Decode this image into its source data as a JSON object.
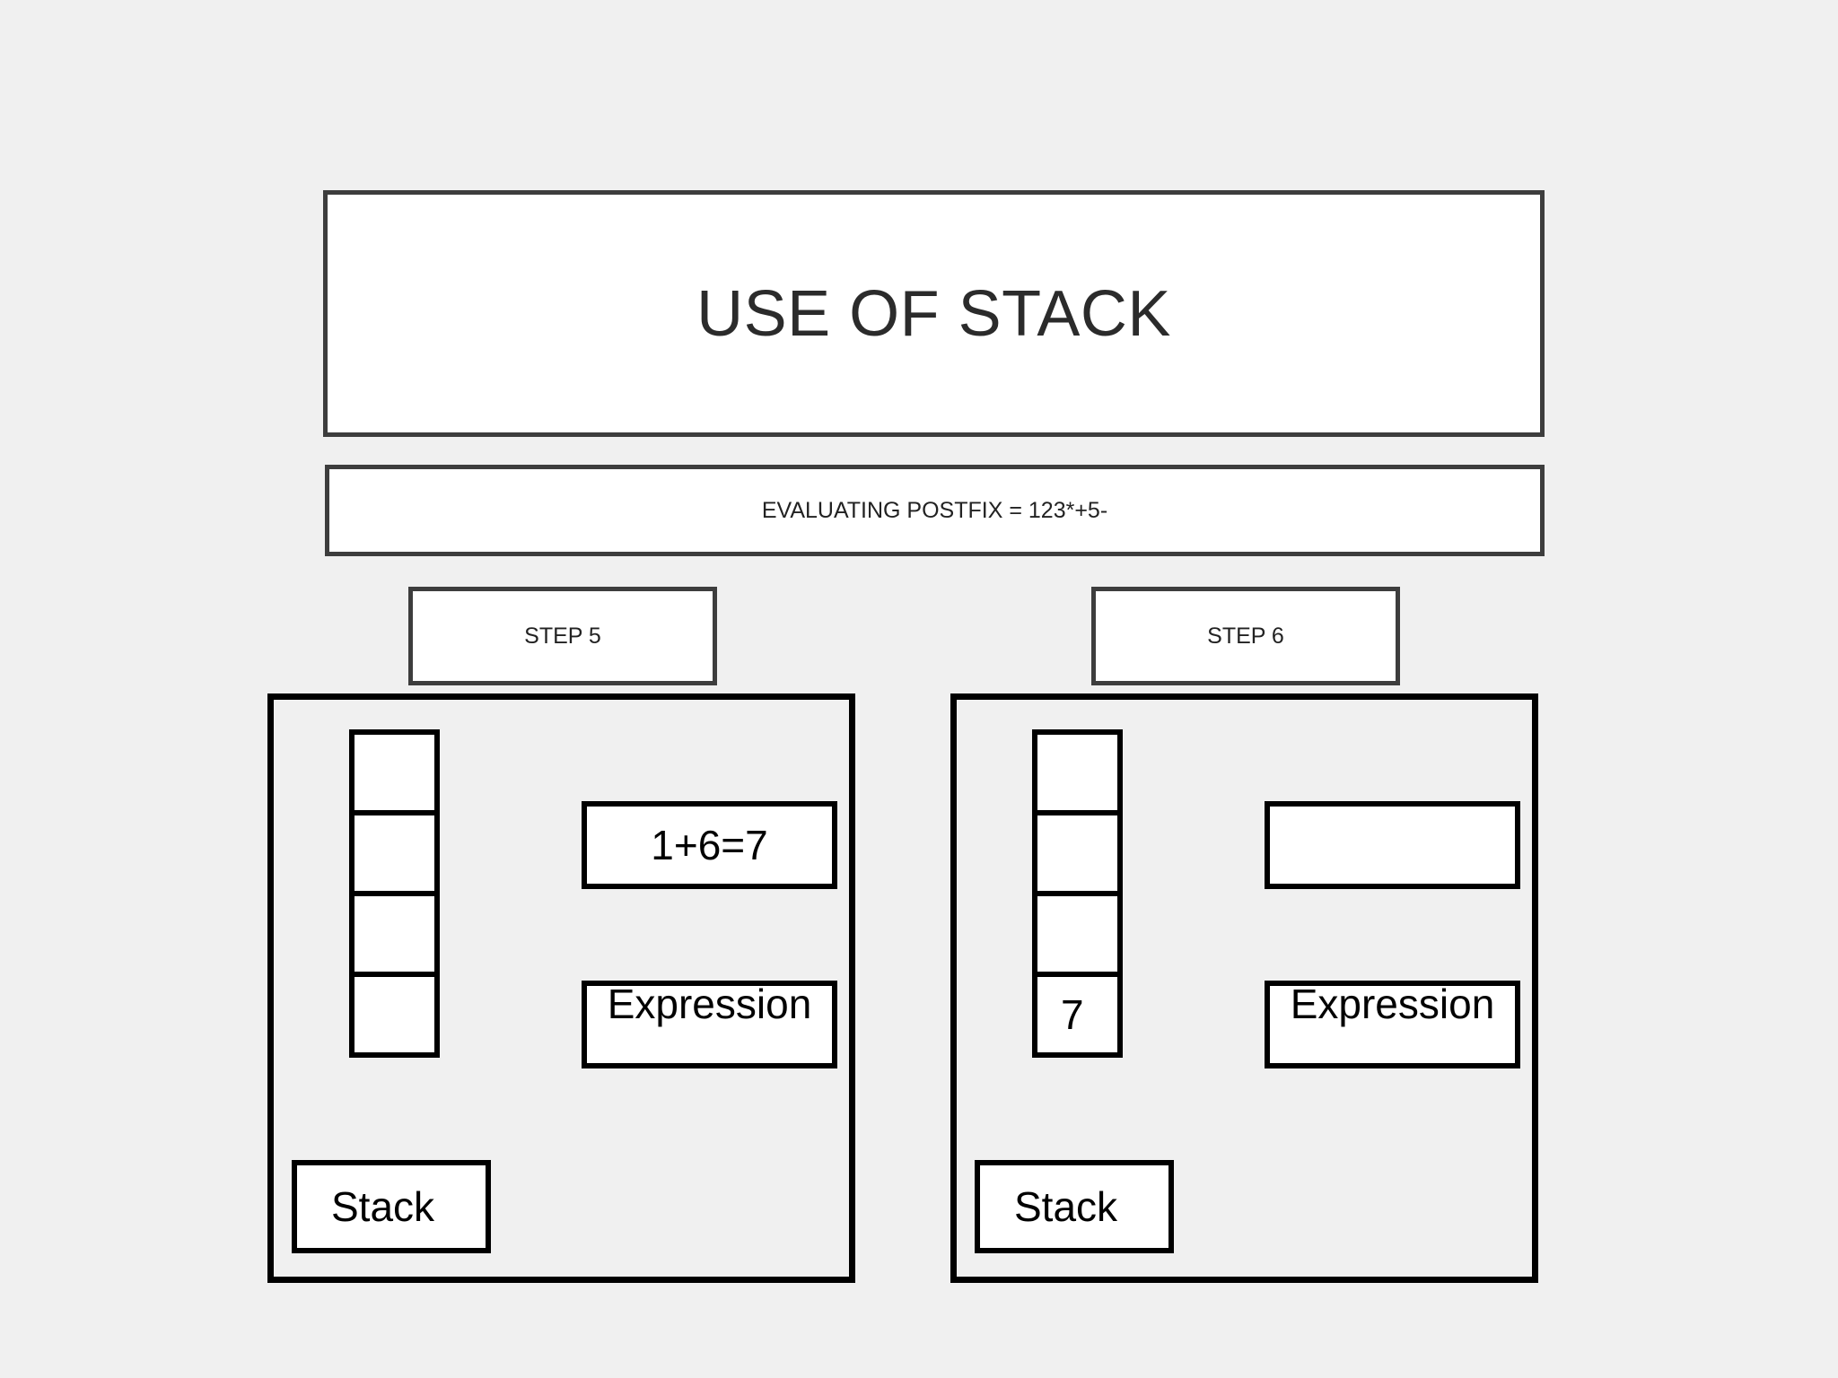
{
  "page": {
    "background_color": "#f0f0f0",
    "border_color_outer": "#3d3d3d",
    "border_color_inner": "#000000",
    "box_fill": "#ffffff"
  },
  "header": {
    "title": "USE OF STACK",
    "subtitle": "EVALUATING POSTFIX = 123*+5-"
  },
  "steps": [
    {
      "label": "STEP 5",
      "stack": {
        "label": "Stack",
        "cells": [
          "",
          "",
          "",
          ""
        ]
      },
      "result_box": "1+6=7",
      "expression_box": "Expression"
    },
    {
      "label": "STEP 6",
      "stack": {
        "label": "Stack",
        "cells": [
          "",
          "",
          "",
          "7"
        ]
      },
      "result_box": "",
      "expression_box": "Expression"
    }
  ]
}
